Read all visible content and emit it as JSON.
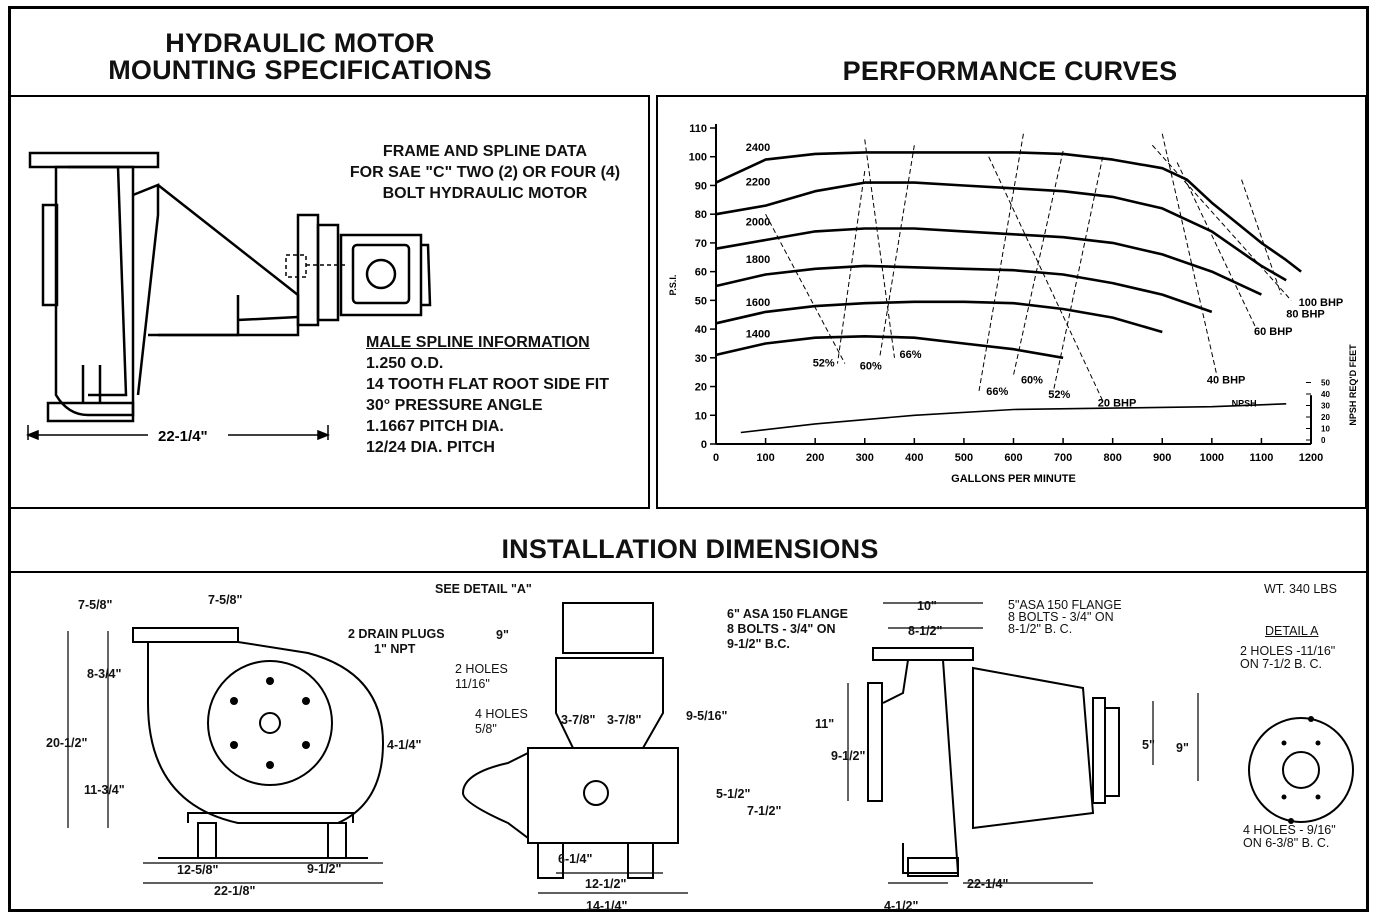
{
  "titles": {
    "mounting_line1": "HYDRAULIC MOTOR",
    "mounting_line2": "MOUNTING SPECIFICATIONS",
    "performance": "PERFORMANCE CURVES",
    "installation": "INSTALLATION DIMENSIONS"
  },
  "mounting": {
    "frame_line1": "FRAME AND SPLINE DATA",
    "frame_line2": "FOR SAE \"C\" TWO (2) OR FOUR (4)",
    "frame_line3": "BOLT HYDRAULIC MOTOR",
    "spline_heading": "MALE SPLINE INFORMATION",
    "spline_lines": [
      "1.250 O.D.",
      "14 TOOTH FLAT ROOT SIDE FIT",
      "30° PRESSURE ANGLE",
      "1.1667 PITCH DIA.",
      "12/24 DIA. PITCH"
    ],
    "length_dim": "22-1/4\""
  },
  "chart_data": {
    "type": "line",
    "xlabel": "GALLONS PER MINUTE",
    "ylabel": "P.S.I.",
    "y2label": "NPSH REQ'D FEET",
    "xlim": [
      0,
      1200
    ],
    "ylim": [
      0,
      110
    ],
    "xticks": [
      0,
      100,
      200,
      300,
      400,
      500,
      600,
      700,
      800,
      900,
      1000,
      1100,
      1200
    ],
    "yticks": [
      0,
      10,
      20,
      30,
      40,
      50,
      60,
      70,
      80,
      90,
      100,
      110
    ],
    "y2ticks": [
      0,
      10,
      20,
      30,
      40,
      50
    ],
    "series": [
      {
        "name": "2400",
        "x": [
          0,
          100,
          200,
          300,
          400,
          500,
          600,
          700,
          800,
          900,
          950,
          1000,
          1050,
          1100,
          1150,
          1180
        ],
        "values": [
          91,
          99,
          101,
          101.5,
          101.5,
          101.5,
          101.5,
          101,
          99,
          96,
          92,
          84,
          77,
          70,
          64,
          60
        ]
      },
      {
        "name": "2200",
        "x": [
          0,
          100,
          200,
          300,
          400,
          500,
          600,
          700,
          800,
          900,
          1000,
          1050,
          1100,
          1150
        ],
        "values": [
          80,
          83,
          88,
          91,
          91,
          90,
          89,
          88,
          86,
          82,
          74,
          68,
          62,
          57
        ]
      },
      {
        "name": "2000",
        "x": [
          0,
          100,
          200,
          300,
          400,
          500,
          600,
          700,
          800,
          900,
          1000,
          1050,
          1100
        ],
        "values": [
          68,
          71,
          74,
          75,
          75,
          74,
          73,
          72,
          70,
          66,
          60,
          56,
          52
        ]
      },
      {
        "name": "1800",
        "x": [
          0,
          100,
          200,
          300,
          400,
          500,
          600,
          700,
          800,
          900,
          1000
        ],
        "values": [
          55,
          59,
          61,
          62,
          61.5,
          61,
          60.5,
          59,
          56,
          52,
          46
        ]
      },
      {
        "name": "1600",
        "x": [
          0,
          100,
          200,
          300,
          400,
          500,
          600,
          700,
          800,
          900
        ],
        "values": [
          42,
          46,
          48,
          49,
          49.5,
          49.5,
          49,
          47,
          44,
          39
        ]
      },
      {
        "name": "1400",
        "x": [
          0,
          100,
          200,
          300,
          400,
          500,
          600,
          700
        ],
        "values": [
          31,
          35,
          37,
          37.5,
          37,
          35,
          33,
          30
        ]
      },
      {
        "name": "NPSH",
        "x": [
          50,
          200,
          400,
          600,
          800,
          1000,
          1150
        ],
        "values": [
          4,
          7,
          10,
          12,
          12.5,
          13,
          14
        ]
      }
    ],
    "curve_labels": [
      {
        "text": "2400",
        "x": 60,
        "y": 102
      },
      {
        "text": "2200",
        "x": 60,
        "y": 90
      },
      {
        "text": "2000",
        "x": 60,
        "y": 76
      },
      {
        "text": "1800",
        "x": 60,
        "y": 63
      },
      {
        "text": "1600",
        "x": 60,
        "y": 48
      },
      {
        "text": "1400",
        "x": 60,
        "y": 37
      }
    ],
    "efficiency_labels": [
      {
        "text": "52%",
        "x": 195,
        "y": 27
      },
      {
        "text": "60%",
        "x": 290,
        "y": 26
      },
      {
        "text": "66%",
        "x": 370,
        "y": 30
      },
      {
        "text": "66%",
        "x": 545,
        "y": 17
      },
      {
        "text": "60%",
        "x": 615,
        "y": 21
      },
      {
        "text": "52%",
        "x": 670,
        "y": 16
      }
    ],
    "bhp_labels": [
      {
        "text": "100 BHP",
        "x": 1175,
        "y": 48
      },
      {
        "text": "80 BHP",
        "x": 1150,
        "y": 44
      },
      {
        "text": "60 BHP",
        "x": 1085,
        "y": 38
      },
      {
        "text": "40 BHP",
        "x": 990,
        "y": 21
      },
      {
        "text": "20 BHP",
        "x": 770,
        "y": 13
      },
      {
        "text": "NPSH",
        "x": 1040,
        "y": 13
      }
    ]
  },
  "install": {
    "weight": "WT. 340 LBS",
    "see_detail": "SEE DETAIL \"A\"",
    "drain": "2 DRAIN PLUGS",
    "drain_npt": "1\" NPT",
    "flange6_l1": "6\" ASA 150 FLANGE",
    "flange6_l2": "8 BOLTS - 3/4\" ON",
    "flange6_l3": "9-1/2\" B.C.",
    "flange5_l1": "5\"ASA 150 FLANGE",
    "flange5_l2": "8 BOLTS - 3/4\" ON",
    "flange5_l3": "8-1/2\" B. C.",
    "detail_title": "DETAIL A",
    "detail_top_l1": "2 HOLES -11/16\"",
    "detail_top_l2": "ON 7-1/2  B. C.",
    "detail_bot_l1": "4 HOLES - 9/16\"",
    "detail_bot_l2": "ON 6-3/8\" B. C.",
    "holes2": "2 HOLES",
    "holes2_size": "11/16\"",
    "holes4": "4 HOLES",
    "holes4_size": "5/8\"",
    "d_7_5_8_a": "7-5/8\"",
    "d_7_5_8_b": "7-5/8\"",
    "d_8_3_4": "8-3/4\"",
    "d_20_1_2": "20-1/2\"",
    "d_11_3_4": "11-3/4\"",
    "d_4_1_4": "4-1/4\"",
    "d_12_5_8": "12-5/8\"",
    "d_9_1_2_a": "9-1/2\"",
    "d_22_1_8": "22-1/8\"",
    "d_9": "9\"",
    "d_3_7_8_a": "3-7/8\"",
    "d_3_7_8_b": "3-7/8\"",
    "d_9_5_16": "9-5/16\"",
    "d_5_1_2": "5-1/2\"",
    "d_7_1_2": "7-1/2\"",
    "d_6_1_4": "6-1/4\"",
    "d_12_1_2": "12-1/2\"",
    "d_14_1_4": "14-1/4\"",
    "d_10": "10\"",
    "d_8_1_2": "8-1/2\"",
    "d_11": "11\"",
    "d_9_1_2_b": "9-1/2\"",
    "d_5": "5\"",
    "d_9b": "9\"",
    "d_22_1_4": "22-1/4\"",
    "d_4_1_2": "4-1/2\""
  }
}
